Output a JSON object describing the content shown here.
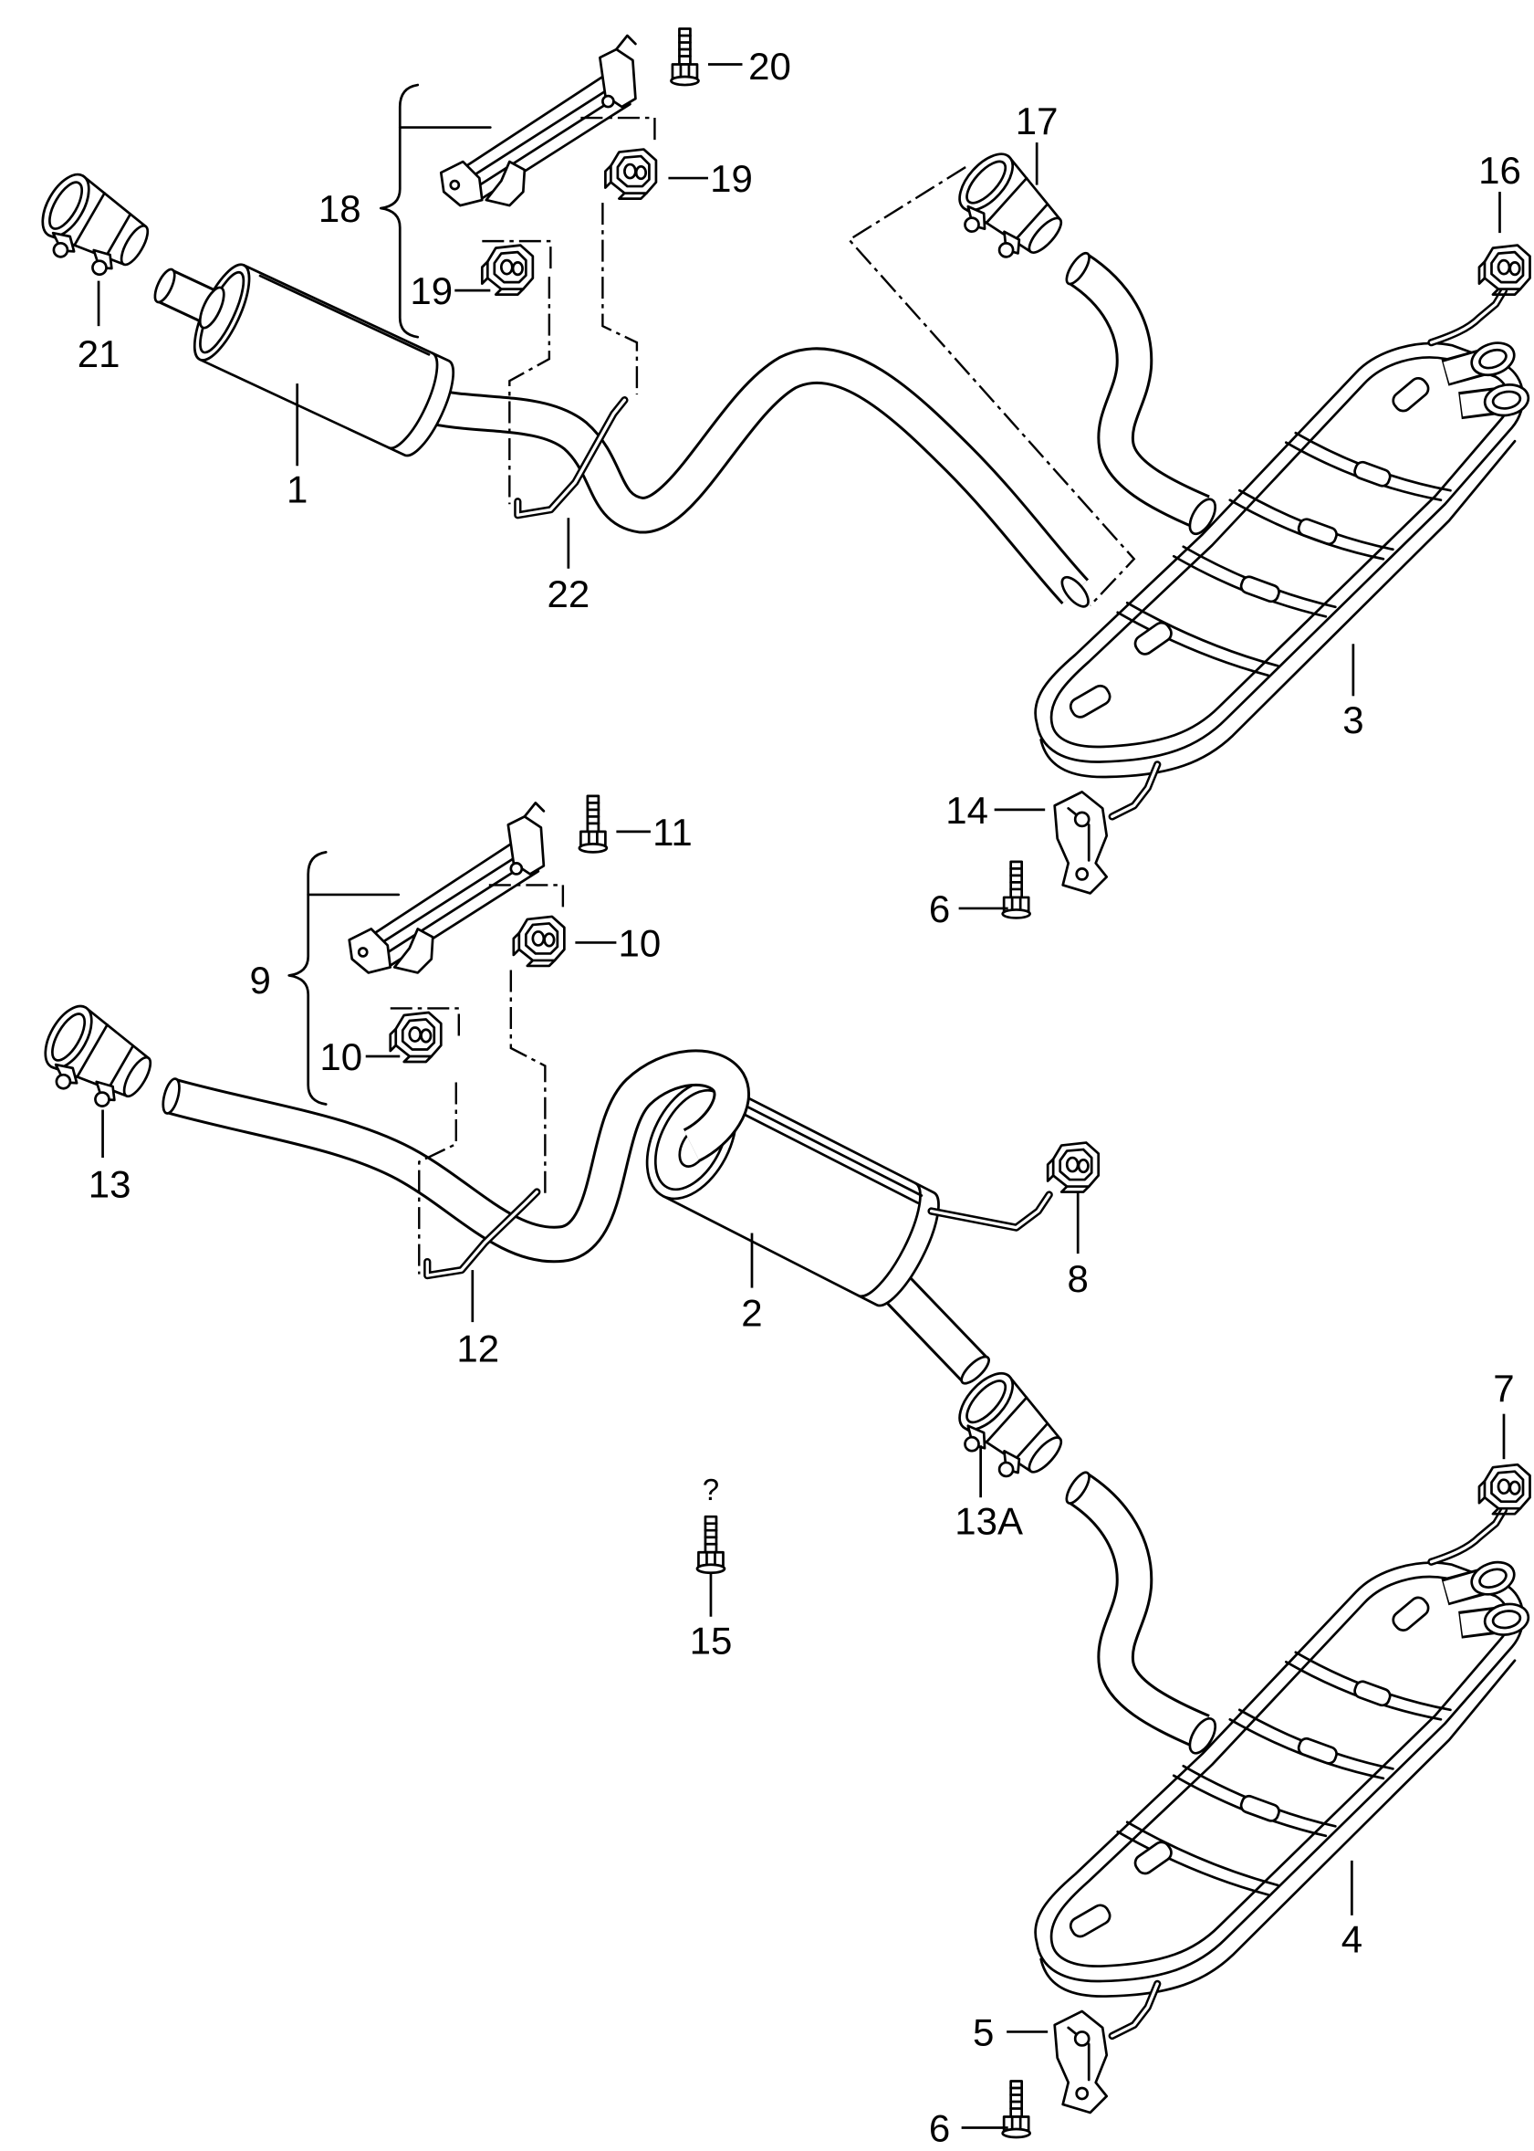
{
  "diagram": {
    "callouts": [
      {
        "label": "20"
      },
      {
        "label": "17"
      },
      {
        "label": "16"
      },
      {
        "label": "18"
      },
      {
        "label": "19"
      },
      {
        "label": "19"
      },
      {
        "label": "21"
      },
      {
        "label": "1"
      },
      {
        "label": "22"
      },
      {
        "label": "3"
      },
      {
        "label": "14"
      },
      {
        "label": "11"
      },
      {
        "label": "6"
      },
      {
        "label": "9"
      },
      {
        "label": "10"
      },
      {
        "label": "10"
      },
      {
        "label": "13"
      },
      {
        "label": "8"
      },
      {
        "label": "12"
      },
      {
        "label": "2"
      },
      {
        "label": "7"
      },
      {
        "label": "13A"
      },
      {
        "label": "?"
      },
      {
        "label": "15"
      },
      {
        "label": "4"
      },
      {
        "label": "5"
      },
      {
        "label": "6"
      }
    ]
  },
  "colors": {
    "line": "#000000",
    "background": "#ffffff"
  }
}
